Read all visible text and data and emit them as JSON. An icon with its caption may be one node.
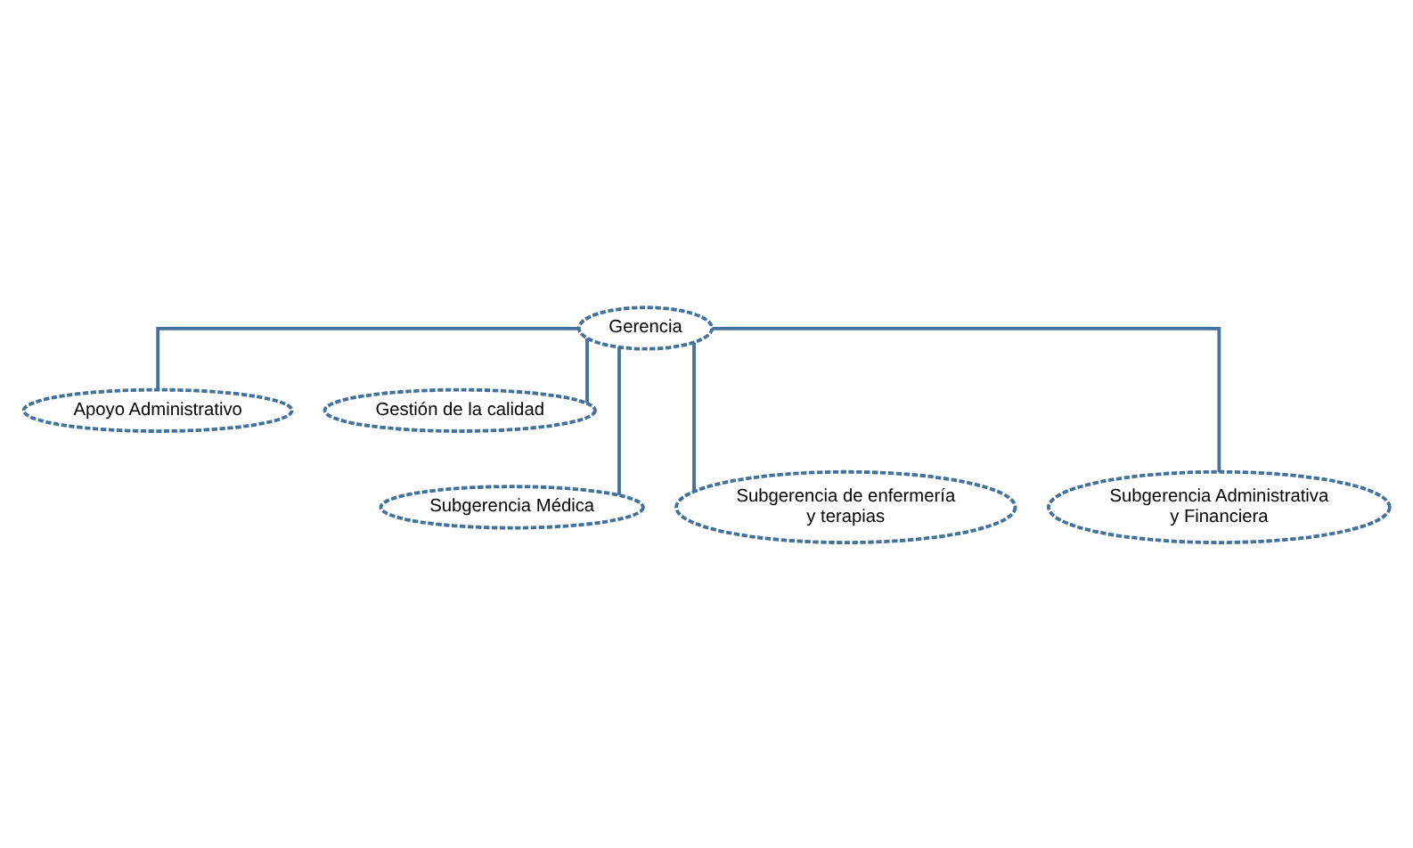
{
  "diagram": {
    "nodes": [
      {
        "text": [
          "Gerencia"
        ]
      },
      {
        "text": [
          "Apoyo Administrativo"
        ]
      },
      {
        "text": [
          "Gestión de la calidad"
        ]
      },
      {
        "text": [
          "Subgerencia Médica"
        ]
      },
      {
        "text": [
          "Subgerencia de enfermería y terapias"
        ]
      },
      {
        "text": [
          "Subgerencia Administrativa y Financiera"
        ]
      }
    ],
    "edges": [
      {
        "from": 0,
        "to": 1,
        "arrow": "none"
      },
      {
        "from": 0,
        "to": 2,
        "arrow": "none"
      },
      {
        "from": 0,
        "to": 3,
        "arrow": "none"
      },
      {
        "from": 0,
        "to": 4,
        "arrow": "none"
      },
      {
        "from": 0,
        "to": 5,
        "arrow": "none"
      }
    ]
  }
}
